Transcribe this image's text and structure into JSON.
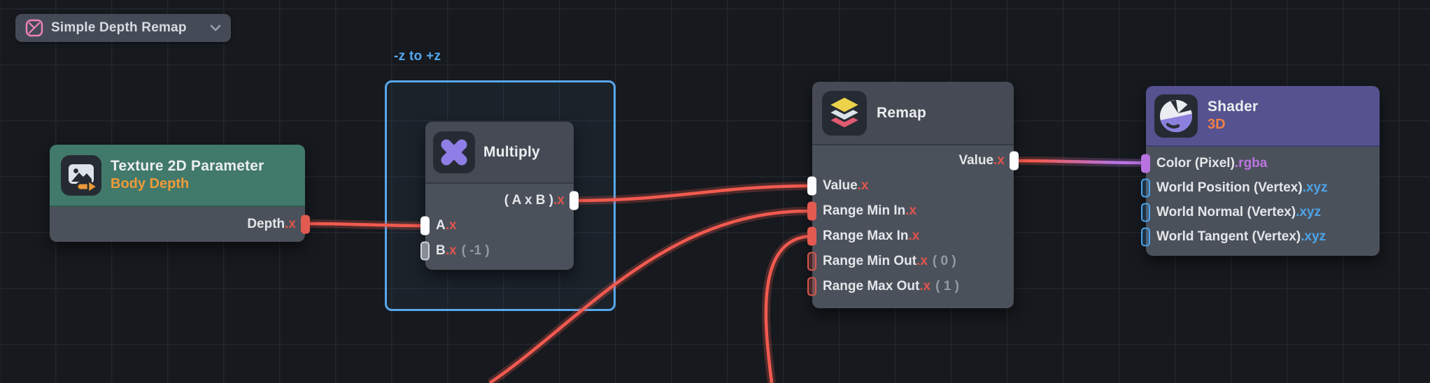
{
  "toolbar": {
    "graph_selector": {
      "label": "Simple Depth Remap"
    }
  },
  "group_box": {
    "label": "-z to +z"
  },
  "nodes": {
    "texture_parameter": {
      "title": "Texture 2D Parameter",
      "subtitle": "Body Depth",
      "outputs": [
        {
          "label": "Depth",
          "suffix": ".x",
          "connected": true
        }
      ]
    },
    "multiply": {
      "title": "Multiply",
      "outputs": [
        {
          "label": "( A x B )",
          "suffix": ".x",
          "connected": true
        }
      ],
      "inputs": [
        {
          "label": "A",
          "suffix": ".x",
          "connected": true
        },
        {
          "label": "B",
          "suffix": ".x",
          "default_value": "( -1 )",
          "connected": false
        }
      ]
    },
    "remap": {
      "title": "Remap",
      "outputs": [
        {
          "label": "Value",
          "suffix": ".x",
          "connected": true
        }
      ],
      "inputs": [
        {
          "label": "Value",
          "suffix": ".x",
          "connected": true
        },
        {
          "label": "Range Min In",
          "suffix": ".x",
          "connected": true
        },
        {
          "label": "Range Max In",
          "suffix": ".x",
          "connected": true
        },
        {
          "label": "Range Min Out",
          "suffix": ".x",
          "default_value": "( 0 )",
          "connected": false
        },
        {
          "label": "Range Max Out",
          "suffix": ".x",
          "default_value": "( 1 )",
          "connected": false
        }
      ]
    },
    "shader": {
      "title": "Shader",
      "subtitle": "3D",
      "inputs": [
        {
          "label": "Color (Pixel)",
          "suffix": ".rgba",
          "connected": true
        },
        {
          "label": "World Position (Vertex)",
          "suffix": ".xyz",
          "connected": false
        },
        {
          "label": "World Normal (Vertex)",
          "suffix": ".xyz",
          "connected": false
        },
        {
          "label": "World Tangent (Vertex)",
          "suffix": ".xyz",
          "connected": false
        }
      ]
    }
  },
  "colors": {
    "background": "#16191e",
    "grid_line": "#22262d",
    "node_body": "#4b515b",
    "node_header_gray": "#454a54",
    "texture_header_green": "#41796a",
    "shader_header_purple": "#55528f",
    "selection_blue": "#58a9ef",
    "wire_red": "#f25a4f",
    "wire_purple": "#b873e0",
    "suffix_red": "#e0544c",
    "suffix_blue": "#4da3e8",
    "suffix_purple": "#bb74e0",
    "subtitle_orange": "#f09a3a",
    "default_value_gray": "#949aa3"
  }
}
